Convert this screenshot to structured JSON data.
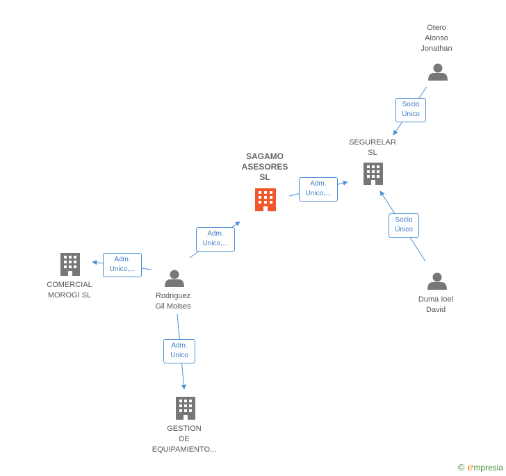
{
  "nodes": {
    "otero": {
      "label": "Otero\nAlonso\nJonathan",
      "icon": "person-icon"
    },
    "segurelar": {
      "label": "SEGURELAR\nSL",
      "icon": "building-icon"
    },
    "sagamo": {
      "label": "SAGAMO\nASESORES\nSL",
      "icon": "building-icon",
      "color": "#f0572a"
    },
    "duma": {
      "label": "Duma Ioel\nDavid",
      "icon": "person-icon"
    },
    "rodriguez": {
      "label": "Rodriguez\nGil Moises",
      "icon": "person-icon"
    },
    "comercial": {
      "label": "COMERCIAL\nMOROGI SL",
      "icon": "building-icon"
    },
    "gestion": {
      "label": "GESTION\nDE\nEQUIPAMIENTO...",
      "icon": "building-icon"
    }
  },
  "edges": {
    "otero_segurelar": "Socio\nÚnico",
    "sagamo_segurelar": "Adm.\nUnico,...",
    "duma_segurelar": "Socio\nÚnico",
    "rodriguez_sagamo": "Adm.\nUnico,...",
    "rodriguez_comercial": "Adm.\nUnico,...",
    "rodriguez_gestion": "Adm.\nUnico"
  },
  "footer": {
    "copyright": "©",
    "brand_initial": "e",
    "brand_rest": "mpresia"
  },
  "colors": {
    "edge": "#4a8fd4",
    "node_gray": "#777777",
    "highlight": "#f0572a"
  }
}
